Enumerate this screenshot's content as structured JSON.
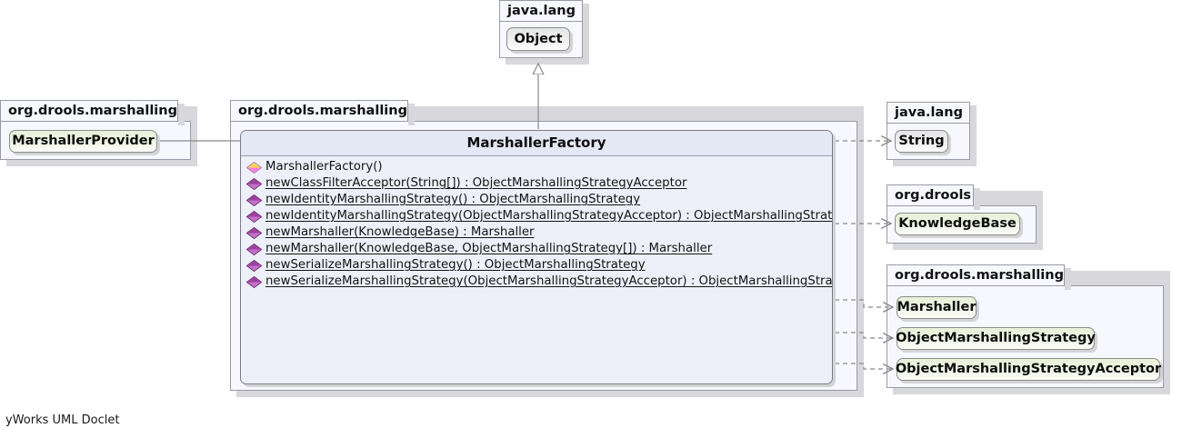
{
  "diagram": {
    "type": "uml-class-diagram",
    "footer": "yWorks UML Doclet"
  },
  "packages": {
    "java_lang_top": {
      "label": "java.lang"
    },
    "left_marshalling": {
      "label": "org.drools.marshalling"
    },
    "center_marshalling": {
      "label": "org.drools.marshalling"
    },
    "java_lang_right": {
      "label": "java.lang"
    },
    "org_drools": {
      "label": "org.drools"
    },
    "right_marshalling": {
      "label": "org.drools.marshalling"
    }
  },
  "nodes": {
    "object": {
      "label": "Object",
      "style": "gray"
    },
    "marshaller_provider": {
      "label": "MarshallerProvider",
      "style": "green"
    },
    "string": {
      "label": "String",
      "style": "gray"
    },
    "knowledge_base": {
      "label": "KnowledgeBase",
      "style": "green"
    },
    "marshaller": {
      "label": "Marshaller",
      "style": "green"
    },
    "object_marshalling_strategy": {
      "label": "ObjectMarshallingStrategy",
      "style": "green"
    },
    "object_marshalling_strategy_acceptor": {
      "label": "ObjectMarshallingStrategyAcceptor",
      "style": "green"
    }
  },
  "main_class": {
    "name": "MarshallerFactory",
    "members": [
      {
        "icon": "constructor-icon",
        "label": "MarshallerFactory()",
        "static": false
      },
      {
        "icon": "method-icon",
        "label": "newClassFilterAcceptor(String[]) : ObjectMarshallingStrategyAcceptor",
        "static": true
      },
      {
        "icon": "method-icon",
        "label": "newIdentityMarshallingStrategy() : ObjectMarshallingStrategy",
        "static": true
      },
      {
        "icon": "method-icon",
        "label": "newIdentityMarshallingStrategy(ObjectMarshallingStrategyAcceptor) : ObjectMarshallingStrategy",
        "static": true
      },
      {
        "icon": "method-icon",
        "label": "newMarshaller(KnowledgeBase) : Marshaller",
        "static": true
      },
      {
        "icon": "method-icon",
        "label": "newMarshaller(KnowledgeBase, ObjectMarshallingStrategy[]) : Marshaller",
        "static": true
      },
      {
        "icon": "method-icon",
        "label": "newSerializeMarshallingStrategy() : ObjectMarshallingStrategy",
        "static": true
      },
      {
        "icon": "method-icon",
        "label": "newSerializeMarshallingStrategy(ObjectMarshallingStrategyAcceptor) : ObjectMarshallingStrategy",
        "static": true
      }
    ]
  },
  "colors": {
    "class_fill": "#edf0f9",
    "class_title_fill": "#e4e8f4",
    "package_fill": "#f7f8fd",
    "node_green": "#e9f0d8",
    "node_gray": "#e6e6e6",
    "edge": "#8a8a8a",
    "border": "#8c8c8c"
  }
}
